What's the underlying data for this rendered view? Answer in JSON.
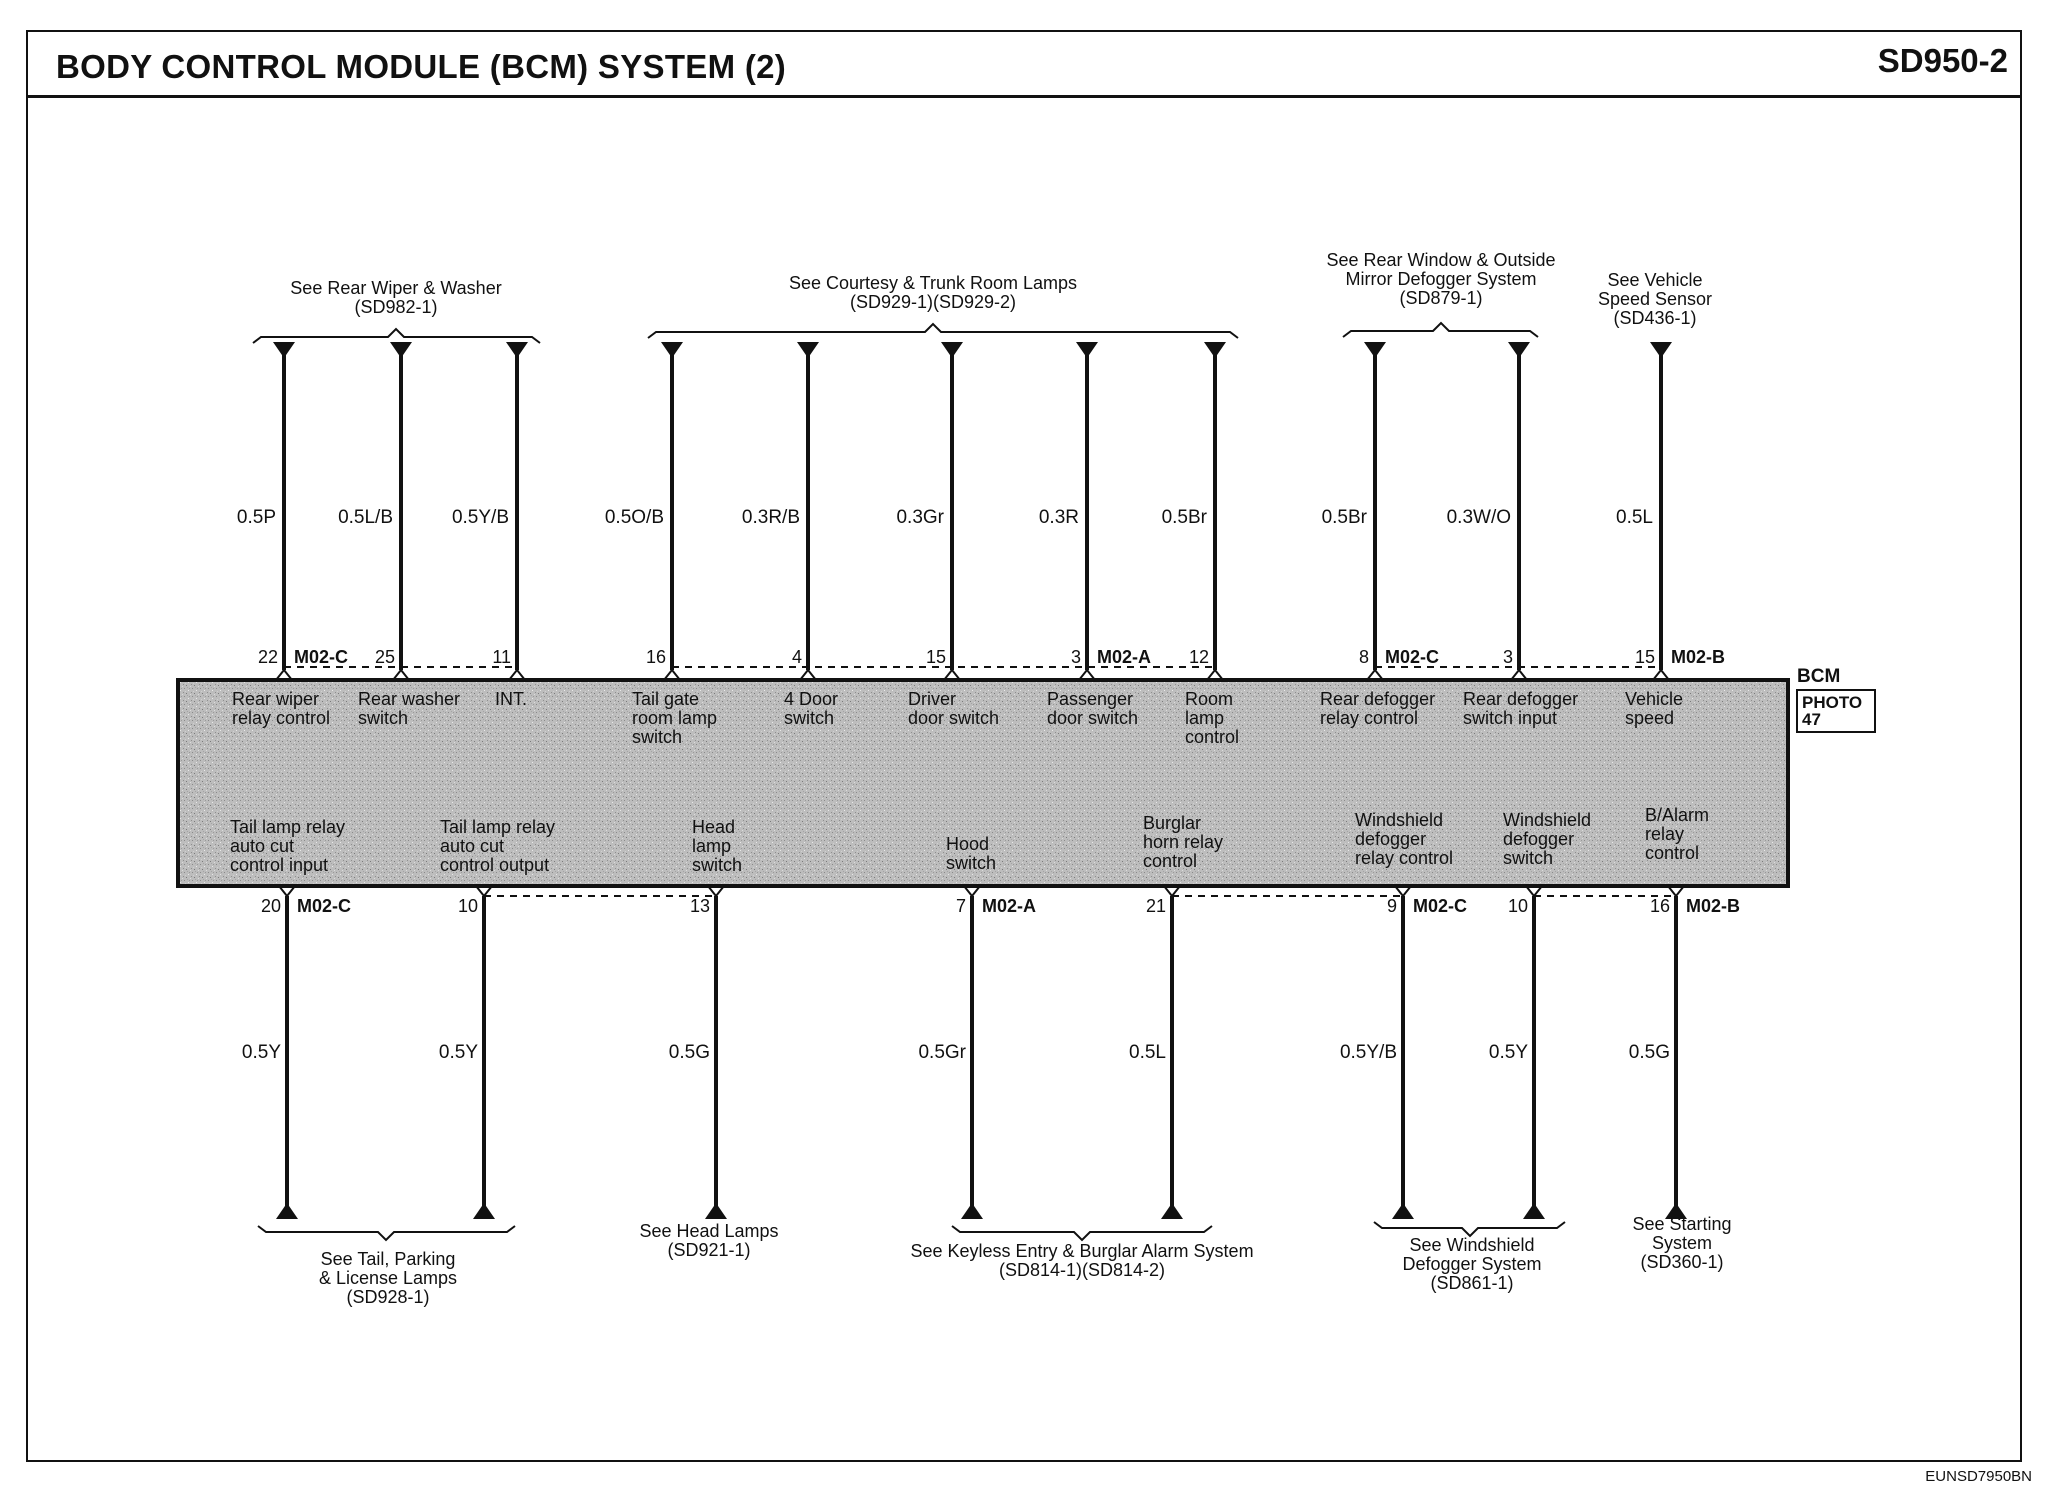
{
  "header": {
    "title": "BODY CONTROL MODULE (BCM) SYSTEM (2)",
    "code": "SD950-2"
  },
  "footer": {
    "code": "EUNSD7950BN"
  },
  "module": {
    "name": "BCM",
    "photo": "PHOTO\n47"
  },
  "top_groups": [
    {
      "label": "See Rear Wiper & Washer\n(SD982-1)"
    },
    {
      "label": "See Courtesy & Trunk Room Lamps\n(SD929-1)(SD929-2)"
    },
    {
      "label": "See Rear Window & Outside\nMirror Defogger System\n(SD879-1)"
    },
    {
      "label": "See Vehicle\nSpeed Sensor\n(SD436-1)"
    }
  ],
  "top_wires": [
    {
      "pin": "22",
      "connector": "M02-C",
      "wire": "0.5P",
      "function": "Rear wiper\nrelay control"
    },
    {
      "pin": "25",
      "connector": "",
      "wire": "0.5L/B",
      "function": "Rear washer\nswitch"
    },
    {
      "pin": "11",
      "connector": "",
      "wire": "0.5Y/B",
      "function": "INT."
    },
    {
      "pin": "16",
      "connector": "",
      "wire": "0.5O/B",
      "function": "Tail gate\nroom lamp\nswitch"
    },
    {
      "pin": "4",
      "connector": "",
      "wire": "0.3R/B",
      "function": "4 Door\nswitch"
    },
    {
      "pin": "15",
      "connector": "",
      "wire": "0.3Gr",
      "function": "Driver\ndoor switch"
    },
    {
      "pin": "3",
      "connector": "M02-A",
      "wire": "0.3R",
      "function": "Passenger\ndoor switch"
    },
    {
      "pin": "12",
      "connector": "",
      "wire": "0.5Br",
      "function": "Room\nlamp\ncontrol"
    },
    {
      "pin": "8",
      "connector": "M02-C",
      "wire": "0.5Br",
      "function": "Rear defogger\nrelay control"
    },
    {
      "pin": "3",
      "connector": "",
      "wire": "0.3W/O",
      "function": "Rear defogger\nswitch input"
    },
    {
      "pin": "15",
      "connector": "M02-B",
      "wire": "0.5L",
      "function": "Vehicle\nspeed"
    }
  ],
  "bottom_wires": [
    {
      "pin": "20",
      "connector": "M02-C",
      "wire": "0.5Y",
      "function": "Tail lamp relay\nauto cut\ncontrol input"
    },
    {
      "pin": "10",
      "connector": "",
      "wire": "0.5Y",
      "function": "Tail lamp relay\nauto cut\ncontrol output"
    },
    {
      "pin": "13",
      "connector": "",
      "wire": "0.5G",
      "function": "Head\nlamp\nswitch"
    },
    {
      "pin": "7",
      "connector": "M02-A",
      "wire": "0.5Gr",
      "function": "Hood\nswitch"
    },
    {
      "pin": "21",
      "connector": "",
      "wire": "0.5L",
      "function": "Burglar\nhorn relay\ncontrol"
    },
    {
      "pin": "9",
      "connector": "M02-C",
      "wire": "0.5Y/B",
      "function": "Windshield\ndefogger\nrelay control"
    },
    {
      "pin": "10",
      "connector": "",
      "wire": "0.5Y",
      "function": "Windshield\ndefogger\nswitch"
    },
    {
      "pin": "16",
      "connector": "M02-B",
      "wire": "0.5G",
      "function": "B/Alarm\nrelay\ncontrol"
    }
  ],
  "bottom_groups": [
    {
      "label": "See Tail, Parking\n& License Lamps\n(SD928-1)"
    },
    {
      "label": "See Head Lamps\n(SD921-1)"
    },
    {
      "label": "See Keyless Entry & Burglar Alarm System\n(SD814-1)(SD814-2)"
    },
    {
      "label": "See Windshield\nDefogger System\n(SD861-1)"
    },
    {
      "label": "See Starting\nSystem\n(SD360-1)"
    }
  ]
}
